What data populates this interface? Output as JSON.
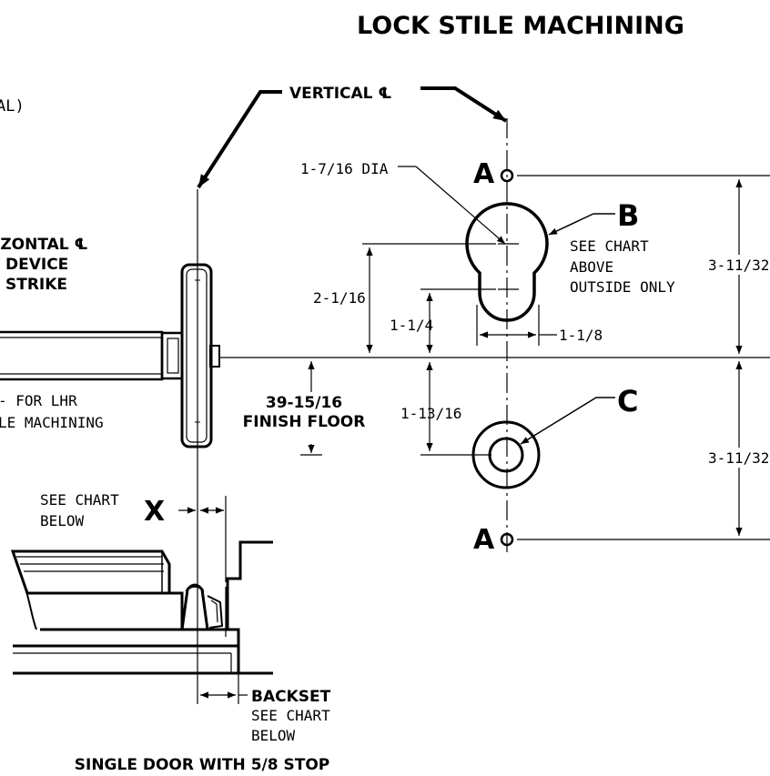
{
  "title": "LOCK STILE MACHINING",
  "labels": {
    "vertical_cl": "VERTICAL ℄",
    "cut_top": "AL)",
    "horizontal_cl": "IZONTAL ℄",
    "device": "DEVICE",
    "strike": "STRIKE",
    "for_lhr": "- FOR LHR",
    "le_machining": "LE MACHINING",
    "dia": "1-7/16 DIA",
    "point_a_top": "A",
    "point_a_bottom": "A",
    "point_b": "B",
    "point_c": "C",
    "see_chart_above_1": "SEE CHART",
    "see_chart_above_2": "ABOVE",
    "outside_only": "OUTSIDE ONLY",
    "dim_2_1_16": "2-1/16",
    "dim_1_1_4": "1-1/4",
    "dim_1_1_8": "1-1/8",
    "dim_1_13_16": "1-13/16",
    "dim_3_11_32_top": "3-11/32",
    "dim_3_11_32_bottom": "3-11/32",
    "floor_dim": "39-15/16",
    "finish_floor": "FINISH FLOOR",
    "see_chart_below_1": "SEE CHART",
    "see_chart_below_2": "BELOW",
    "x_label": "X",
    "backset": "BACKSET",
    "backset_see_chart": "SEE CHART",
    "backset_below": "BELOW",
    "caption": "SINGLE DOOR WITH 5/8 STOP"
  }
}
